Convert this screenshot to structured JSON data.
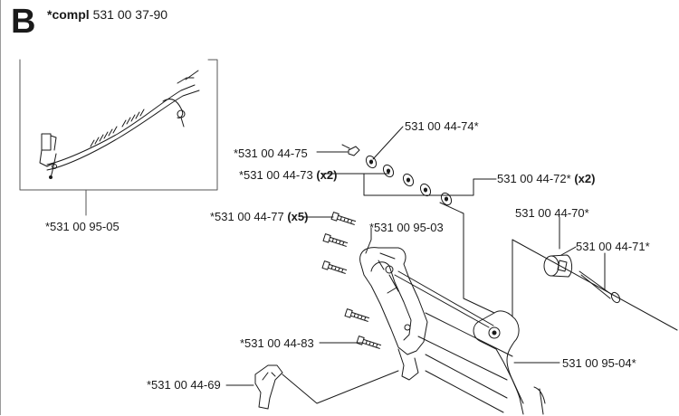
{
  "section": "B",
  "header": {
    "compl_label": "*compl",
    "compl_number": "531 00 37-90"
  },
  "parts": {
    "p9505": {
      "number": "*531 00 95-05"
    },
    "p4474": {
      "number": "531 00 44-74*"
    },
    "p4475": {
      "number": "*531 00 44-75"
    },
    "p4473": {
      "number": "*531 00 44-73",
      "qty": "(x2)"
    },
    "p4472": {
      "number": "531 00 44-72*",
      "qty": "(x2)"
    },
    "p4477": {
      "number": "*531 00 44-77",
      "qty": "(x5)"
    },
    "p9503": {
      "number": "*531 00 95-03"
    },
    "p4470": {
      "number": "531 00 44-70*"
    },
    "p4471": {
      "number": "531 00 44-71*"
    },
    "p4483": {
      "number": "*531 00 44-83"
    },
    "p9504": {
      "number": "531 00 95-04*"
    },
    "p4469": {
      "number": "*531 00 44-69"
    }
  }
}
